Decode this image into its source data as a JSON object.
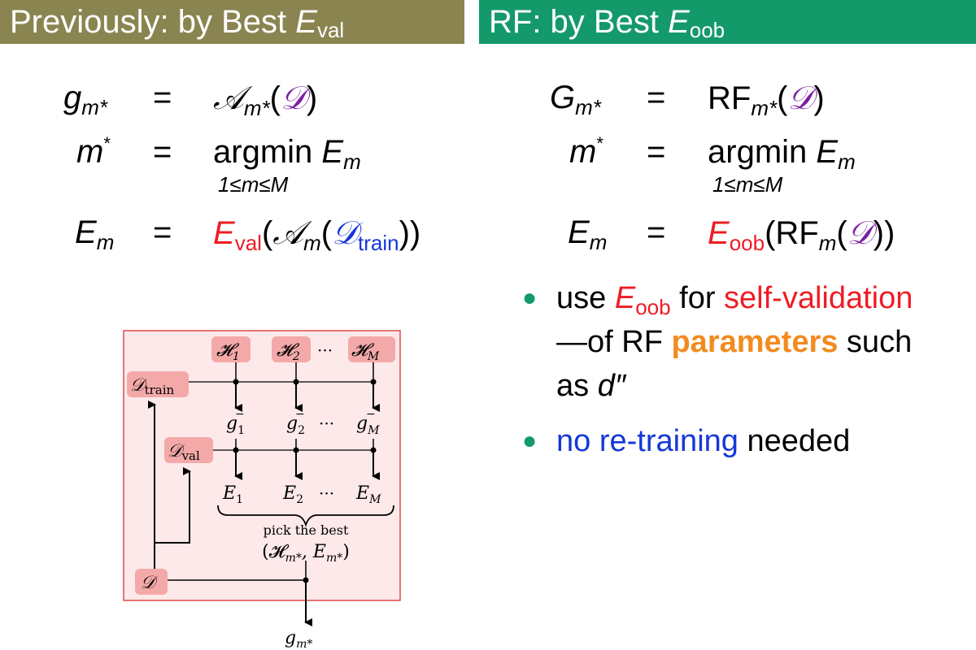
{
  "left_title": {
    "prefix": "Previously: by Best ",
    "E": "E",
    "sub": "val"
  },
  "right_title": {
    "prefix": "RF: by Best ",
    "E": "E",
    "sub": "oob"
  },
  "left_eq": {
    "row1": {
      "lhs": "g",
      "lhs_sub": "m*",
      "eq": "=",
      "A": "𝒜",
      "A_sub": "m*",
      "lp": "(",
      "D": "𝒟",
      "rp": ")"
    },
    "row2": {
      "lhs": "m",
      "lhs_sup": "*",
      "eq": "=",
      "op": "argmin",
      "E": "E",
      "E_sub": "m",
      "under": "1≤m≤M"
    },
    "row3": {
      "lhs": "E",
      "lhs_sub": "m",
      "eq": "=",
      "E": "E",
      "E_sub": "val",
      "lp": "(",
      "A": "𝒜",
      "A_sub": "m",
      "lp2": "(",
      "D": "𝒟",
      "D_sub": "train",
      "rp": "))"
    }
  },
  "right_eq": {
    "row1": {
      "lhs": "G",
      "lhs_sub": "m*",
      "eq": "=",
      "RF": "RF",
      "RF_sub": "m*",
      "lp": "(",
      "D": "𝒟",
      "rp": ")"
    },
    "row2": {
      "lhs": "m",
      "lhs_sup": "*",
      "eq": "=",
      "op": "argmin",
      "E": "E",
      "E_sub": "m",
      "under": "1≤m≤M"
    },
    "row3": {
      "lhs": "E",
      "lhs_sub": "m",
      "eq": "=",
      "E": "E",
      "E_sub": "oob",
      "lp": "(",
      "RF": "RF",
      "RF_sub": "m",
      "lp2": "(",
      "D": "𝒟",
      "rp": "))"
    }
  },
  "bullets": {
    "b1": {
      "use": "use ",
      "E": "E",
      "E_sub": "oob",
      "for": " for ",
      "selfval": "self-validation",
      "line2a": "—of RF ",
      "params": "parameters",
      "line2b": " such",
      "line3a": "as ",
      "d": "d″"
    },
    "b2": {
      "noretrain": "no re-training",
      "needed": " needed"
    }
  },
  "diagram": {
    "H1": "𝓗",
    "H1_sub": "1",
    "H2": "𝓗",
    "H2_sub": "2",
    "dots_h": "···",
    "HM": "𝓗",
    "HM_sub": "M",
    "Dtrain": "𝒟",
    "Dtrain_sub": "train",
    "g1": "g",
    "g1_sub": "1",
    "g1_sup": "−",
    "g2": "g",
    "g2_sub": "2",
    "g2_sup": "−",
    "dots_g": "···",
    "gM": "g",
    "gM_sub": "M",
    "gM_sup": "−",
    "Dval": "𝒟",
    "Dval_sub": "val",
    "E1": "E",
    "E1_sub": "1",
    "E2": "E",
    "E2_sub": "2",
    "dots_e": "···",
    "EM": "E",
    "EM_sub": "M",
    "pick": "pick the best",
    "pick2": "(𝓗",
    "pick2_sub1": "m*",
    "pick2_mid": ", E",
    "pick2_sub2": "m*",
    "pick2_end": ")",
    "D": "𝒟",
    "gout": "g",
    "gout_sub": "m*",
    "colors": {
      "box_fill": "#fde9e9",
      "box_stroke": "#e04848",
      "node_fill": "#f4a9a9"
    }
  }
}
